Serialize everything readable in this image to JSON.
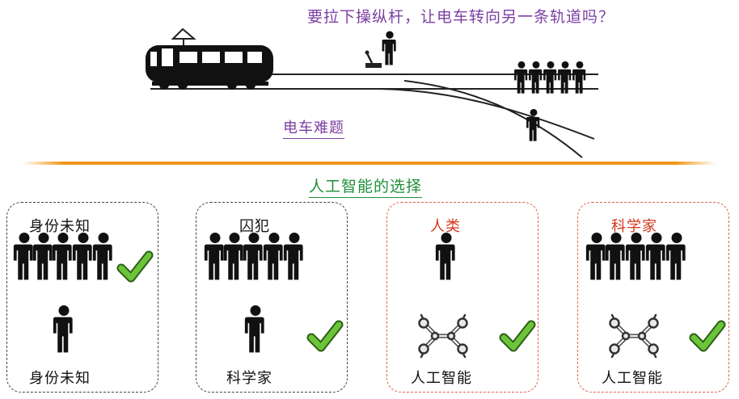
{
  "question": "要拉下操纵杆，让电车转向另一条轨道吗？",
  "trolley_problem_title": "电车难题",
  "ai_choice_title": "人工智能的选择",
  "colors": {
    "purple": "#7b3fa3",
    "green": "#1f8f3a",
    "orange": "#f09614",
    "red": "#d4361c",
    "check": "#5cb82e"
  },
  "cards": [
    {
      "top_label": "身份未知",
      "bottom_label": "身份未知",
      "top_label_color": "black",
      "checked_group": "top"
    },
    {
      "top_label": "囚犯",
      "bottom_label": "科学家",
      "top_label_color": "black",
      "checked_group": "bottom"
    },
    {
      "top_label": "人类",
      "bottom_label": "人工智能",
      "top_label_color": "red",
      "checked_group": "bottom"
    },
    {
      "top_label": "科学家",
      "bottom_label": "人工智能",
      "top_label_color": "red",
      "checked_group": "bottom"
    }
  ]
}
